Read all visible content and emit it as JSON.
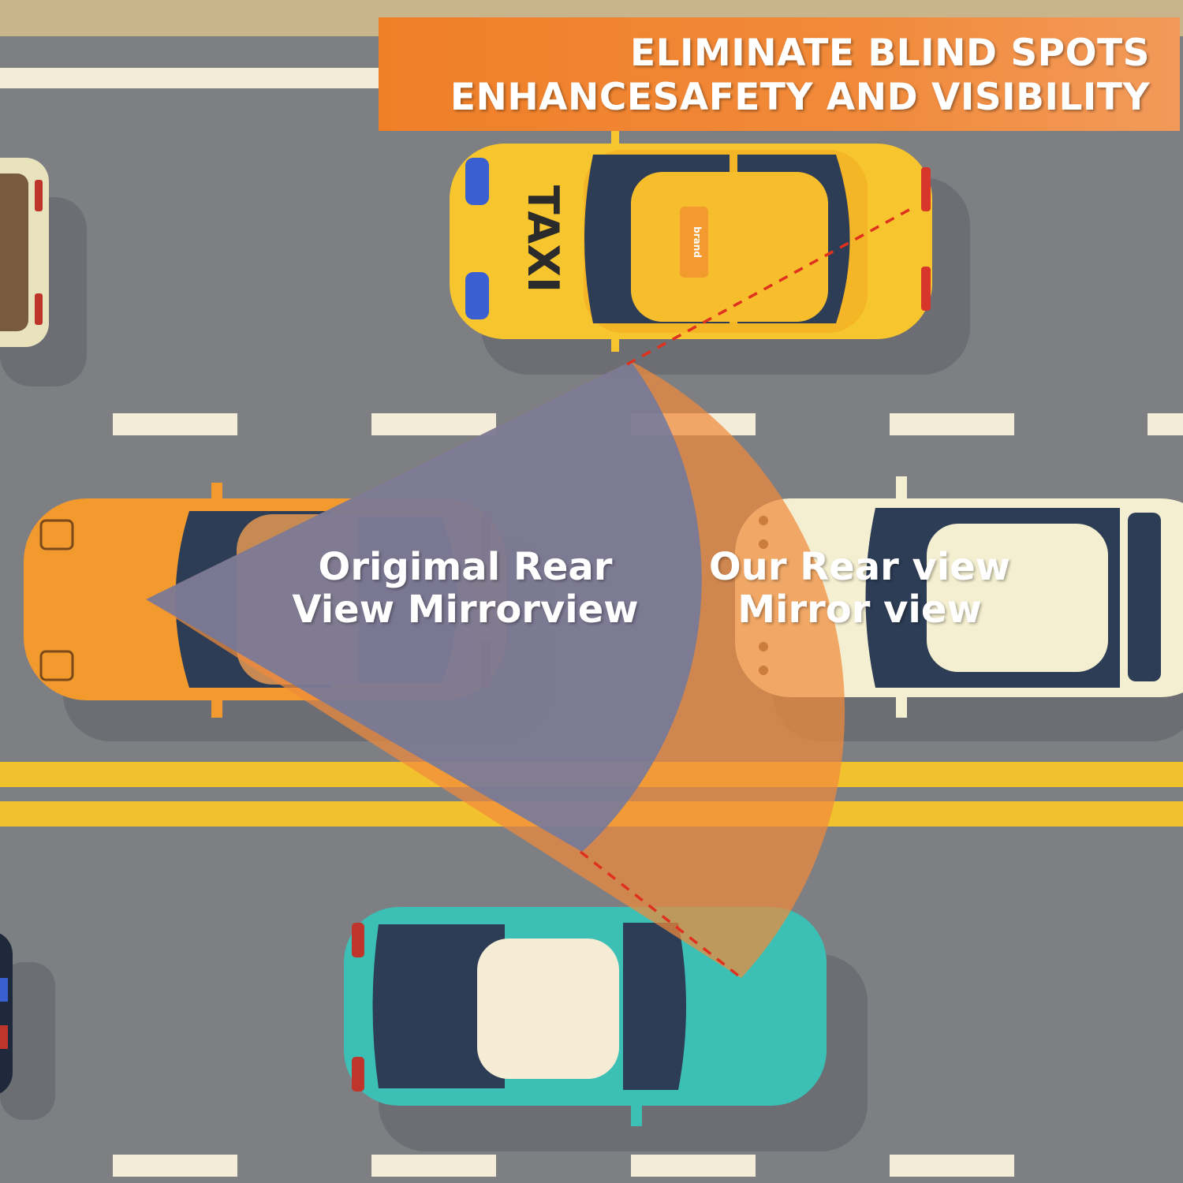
{
  "headline": {
    "line1": "ELIMINATE BLIND SPOTS",
    "line2": "ENHANCESAFETY AND VISIBILITY"
  },
  "labels": {
    "original": {
      "line1": "Origimal Rear",
      "line2": "View Mirrorview"
    },
    "ours": {
      "line1": "Our Rear view",
      "line2": "Mirror view"
    }
  },
  "taxi_sign": "TAXI",
  "colors": {
    "road": "#7d7f83",
    "lane_marking": "#f3ecd9",
    "center_line": "#f2c12e",
    "banner": "#f07f28",
    "wide_view_cone": "#f08a3c",
    "narrow_view_cone": "#6f78a0",
    "dashed_boundary": "#e0301e",
    "taxi": "#f7c52d",
    "own_car": "#f29a2e",
    "teal_car": "#3cbfb4",
    "cream_car": "#f4efd0"
  }
}
